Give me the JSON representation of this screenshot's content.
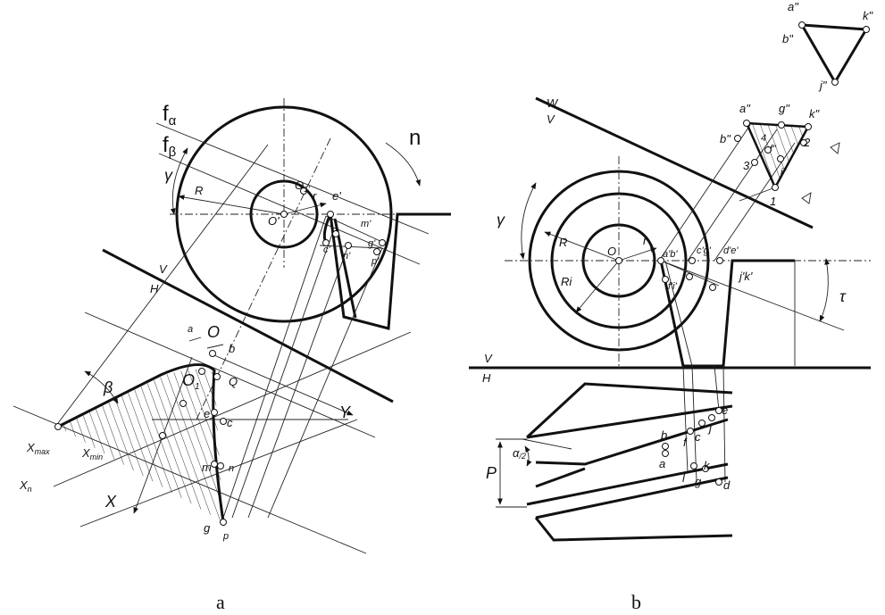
{
  "panel_a": {
    "caption": "a",
    "labels": {
      "f_alpha": "f",
      "f_alpha_sub": "α",
      "f_beta": "f",
      "f_beta_sub": "β",
      "gamma": "γ",
      "n": "n",
      "R": "R",
      "r": "r",
      "O1_top": "O",
      "O1_top_sub": "1'",
      "O_top": "O'",
      "e_top": "e'",
      "m_top": "m'",
      "c_top": "c'",
      "n_top": "n'",
      "g_top": "g'",
      "p_top": "p'",
      "V": "V",
      "H": "H",
      "Y": "Y",
      "X": "X",
      "a": "a",
      "O": "O",
      "b": "b",
      "Q": "Q",
      "O1": "O",
      "O1_sub": "1",
      "e": "e",
      "c": "c",
      "m": "m",
      "n_pt": "n",
      "g": "g",
      "p": "p",
      "beta": "β",
      "Xmax": "X",
      "Xmax_sub": "max",
      "Xmin": "X",
      "Xmin_sub": "min",
      "Xn": "X",
      "Xn_sub": "n"
    }
  },
  "panel_b": {
    "caption": "b",
    "labels": {
      "a3": "a\"",
      "k3_top": "k\"",
      "b3_top": "b\"",
      "j3_top": "j\"",
      "W": "W",
      "V": "V",
      "a2": "a\"",
      "g2": "g\"",
      "k2": "k\"",
      "b2": "b\"",
      "f2": "f\"",
      "j2": "j\"",
      "n4": "4",
      "n3": "3",
      "n2": "2",
      "n1": "1",
      "gamma": "γ",
      "R": "R",
      "r": "r",
      "O": "O",
      "Ri": "Ri",
      "ab": "a'b'",
      "cg": "c'g'",
      "de": "d'e'",
      "fi": "f'i'",
      "jk": "j'k'",
      "tau": "τ",
      "V2": "V",
      "H2": "H",
      "e": "e",
      "j": "j",
      "c": "c",
      "b": "b",
      "f": "f",
      "a": "a",
      "k": "k",
      "l": "l",
      "g": "g",
      "d": "d",
      "alpha2": "α",
      "alpha2_sub": "/2",
      "P": "P"
    }
  }
}
